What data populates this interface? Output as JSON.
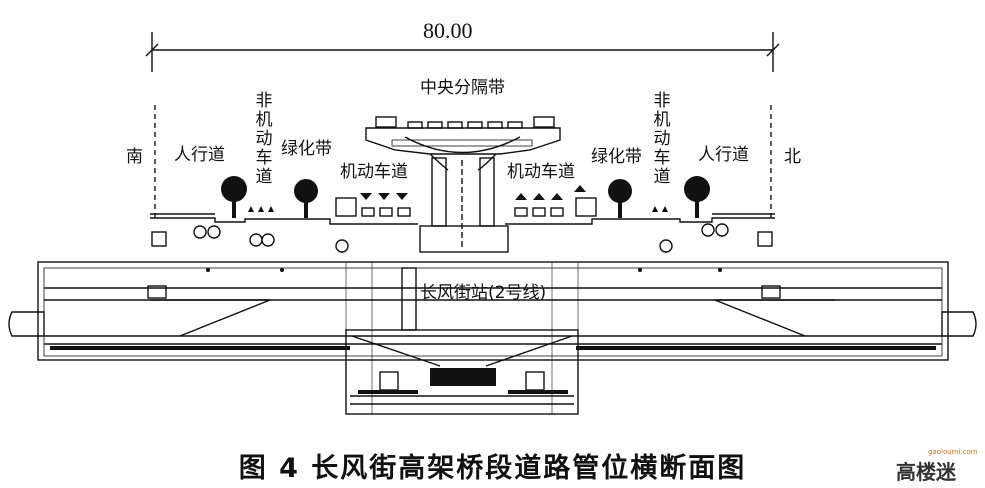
{
  "dimension_label": "80.00",
  "labels": {
    "south": "南",
    "north": "北",
    "sidewalk_left": "人行道",
    "sidewalk_right": "人行道",
    "nonmotor_left": "非机动车道",
    "nonmotor_right": "非机动车道",
    "green_left": "绿化带",
    "green_right": "绿化带",
    "motor_left": "机动车道",
    "motor_right": "机动车道",
    "median": "中央分隔带",
    "station": "长风街站(2号线)"
  },
  "caption": "图 4   长风街高架桥段道路管位横断面图",
  "watermark": {
    "main": "高楼迷",
    "small": "gaoloumi.com"
  }
}
